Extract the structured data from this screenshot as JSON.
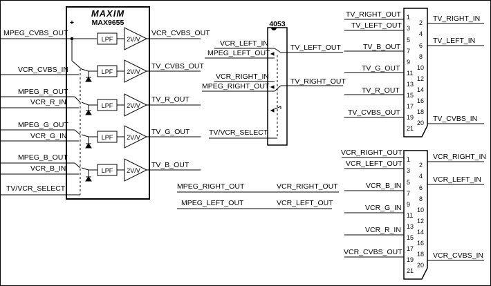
{
  "max9655": {
    "logo": "MAXIM",
    "part": "MAX9655",
    "plus": "+",
    "lpf": "LPF",
    "gain": "2V/V",
    "inputs": [
      "MPEG_CVBS_OUT",
      "VCR_CVBS_IN",
      "MPEG_R_OUT",
      "VCR_R_IN",
      "MPEG_G_OUT",
      "VCR_G_IN",
      "MPEG_B_OUT",
      "VCR_B_IN",
      "TV/VCR_SELECT"
    ],
    "outputs": [
      "VCR_CVBS_OUT",
      "TV_CVBS_OUT",
      "TV_R_OUT",
      "TV_G_OUT",
      "TV_B_OUT"
    ]
  },
  "mux4053": {
    "part": "4053",
    "inputs": [
      "VCR_LEFT_IN",
      "MPEG_LEFT_OUT",
      "VCR_RIGHT_IN",
      "MPEG_RIGHT_OUT",
      "TV/VCR_SELECT"
    ],
    "outputs": [
      "TV_LEFT_OUT",
      "TV_RIGHT_OUT"
    ]
  },
  "direct": {
    "lines": [
      {
        "left": "MPEG_RIGHT_OUT",
        "right": "VCR_RIGHT_OUT"
      },
      {
        "left": "MPEG_LEFT_OUT",
        "right": "VCR_LEFT_OUT"
      }
    ]
  },
  "scart_tv": {
    "left_labels": [
      "TV_RIGHT_OUT",
      "TV_LEFT_OUT",
      "TV_B_OUT",
      "TV_G_OUT",
      "TV_R_OUT",
      "TV_CVBS_OUT"
    ],
    "right_labels": [
      "TV_RIGHT_IN",
      "TV_LEFT_IN",
      "TV_CVBS_IN"
    ],
    "pins_odd": [
      "1",
      "3",
      "5",
      "7",
      "9",
      "11",
      "13",
      "15",
      "17",
      "19",
      "21"
    ],
    "pins_even": [
      "2",
      "4",
      "6",
      "8",
      "10",
      "12",
      "14",
      "16",
      "18",
      "20"
    ]
  },
  "scart_vcr": {
    "left_labels": [
      "VCR_RIGHT_OUT",
      "VCR_LEFT_OUT",
      "VCR_B_IN",
      "VCR_G_IN",
      "VCR_R_IN",
      "VCR_CVBS_OUT"
    ],
    "right_labels": [
      "VCR_RIGHT_IN",
      "VCR_LEFT_IN",
      "VCR_CVBS_IN"
    ],
    "pins_odd": [
      "1",
      "3",
      "5",
      "7",
      "9",
      "11",
      "13",
      "15",
      "17",
      "19",
      "21"
    ],
    "pins_even": [
      "2",
      "4",
      "6",
      "8",
      "10",
      "12",
      "14",
      "16",
      "18",
      "20"
    ]
  }
}
